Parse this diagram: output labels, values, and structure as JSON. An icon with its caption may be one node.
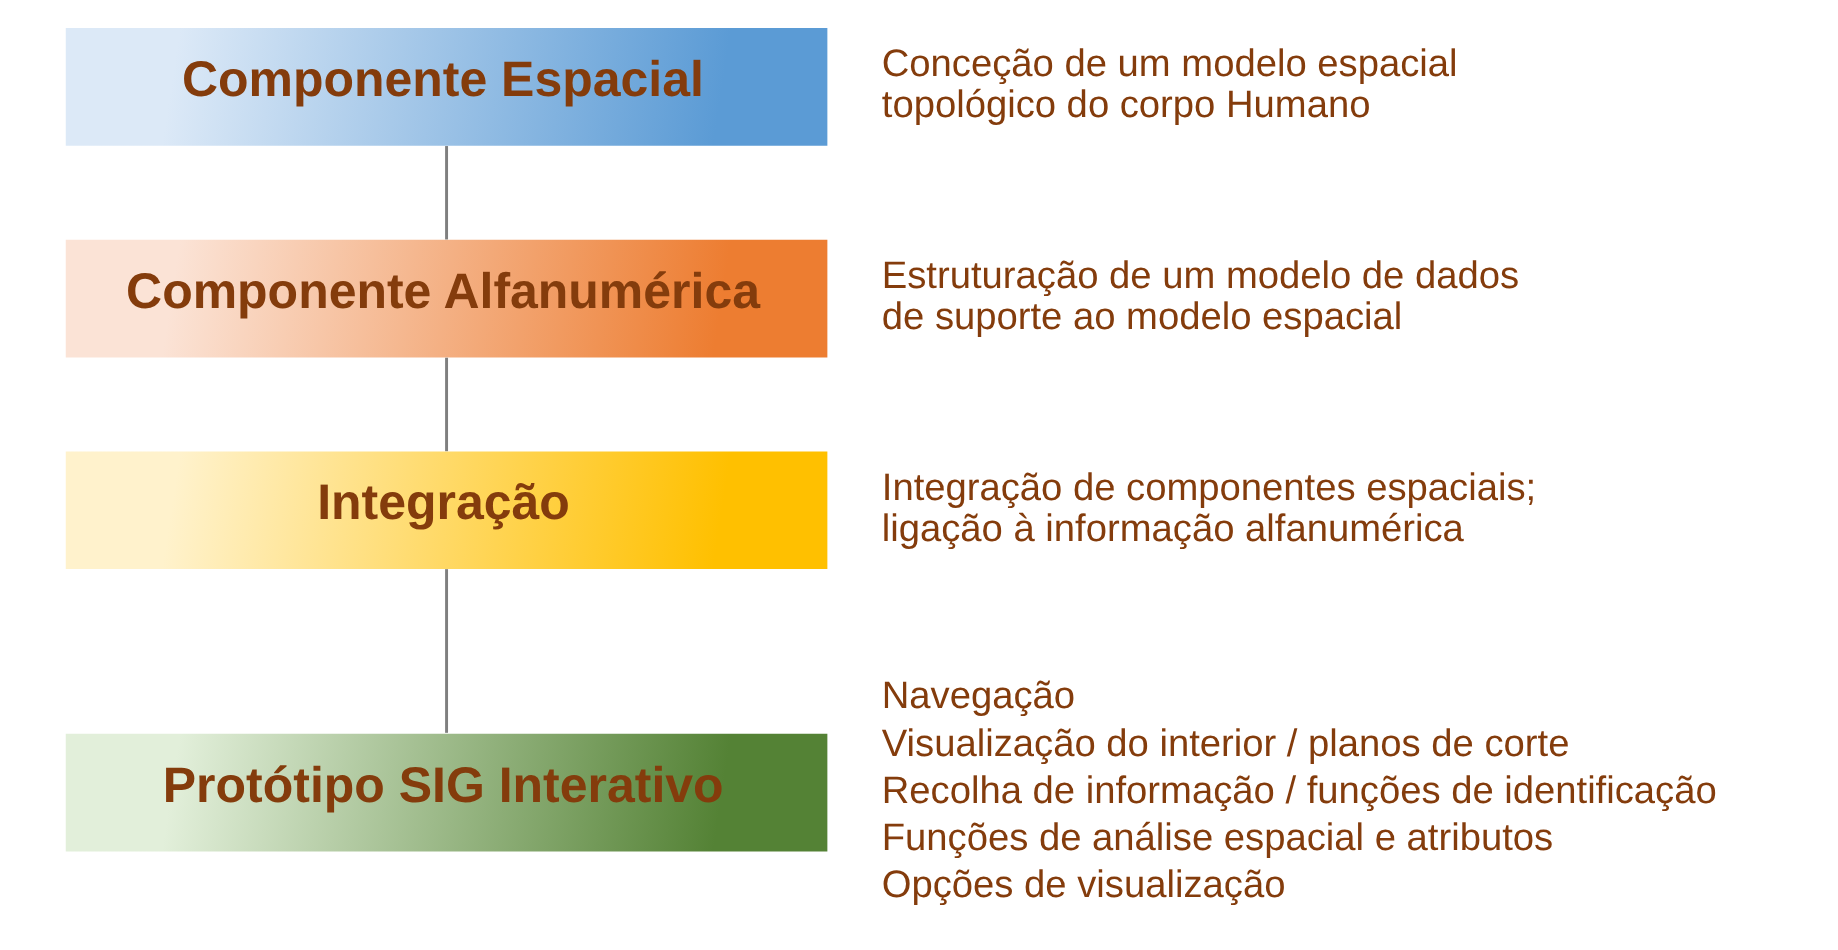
{
  "diagram": {
    "nodes": [
      {
        "text": [
          "Componente Espacial"
        ],
        "beside": [
          "Conceção de um modelo espacial topológico do corpo Humano"
        ]
      },
      {
        "text": [
          "Componente Alfanumérica"
        ],
        "beside": [
          "Estruturação de um modelo de dados de suporte ao modelo espacial"
        ]
      },
      {
        "text": [
          "Integração"
        ],
        "beside": [
          "Integração de componentes espaciais; ligação à informação alfanumérica"
        ]
      },
      {
        "text": [
          "Protótipo SIG Interativo"
        ],
        "beside": [
          "Navegação",
          "Visualização do interior / planos de corte",
          "Recolha de informação / funções de identificação",
          "Funções de análise espacial e atributos",
          "Opções de visualização"
        ]
      }
    ],
    "edges": [
      {
        "from": 0,
        "to": 1,
        "arrow": "none"
      },
      {
        "from": 1,
        "to": 2,
        "arrow": "none"
      },
      {
        "from": 2,
        "to": 3,
        "arrow": "none"
      }
    ]
  }
}
